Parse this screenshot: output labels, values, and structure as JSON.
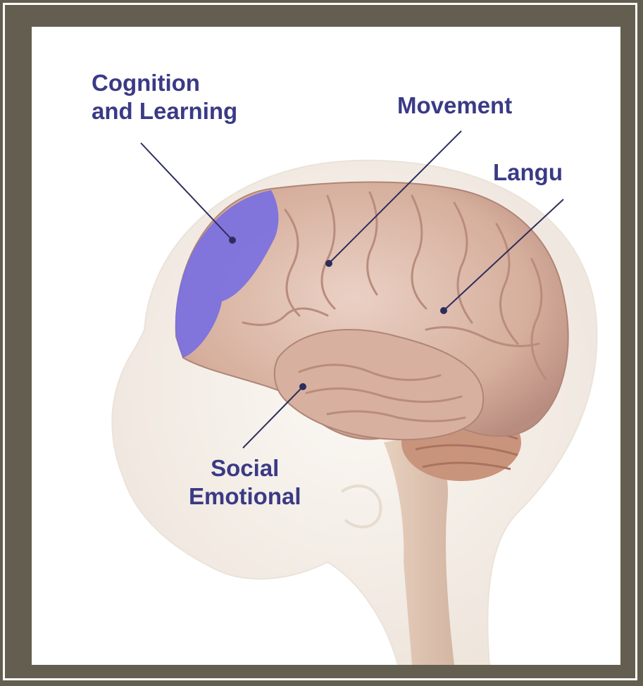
{
  "labels": {
    "cognition": [
      "Cognition",
      "and Learning"
    ],
    "movement": "Movement",
    "language": "Langu",
    "social": [
      "Social",
      "Emotional"
    ]
  },
  "colors": {
    "frame": "#645e50",
    "label_text": "#3a3a86",
    "highlight_region": "#7a6fe0",
    "brain": "#d9b6a6",
    "head_outline": "#f2ece5"
  }
}
